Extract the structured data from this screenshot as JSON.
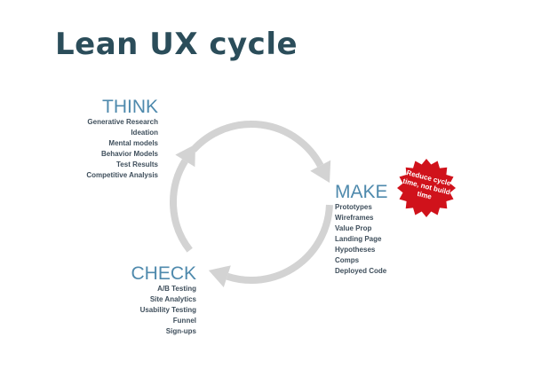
{
  "title": "Lean UX cycle",
  "think": {
    "heading": "THINK",
    "items": [
      "Generative Research",
      "Ideation",
      "Mental models",
      "Behavior Models",
      "Test Results",
      "Competitive Analysis"
    ]
  },
  "make": {
    "heading": "MAKE",
    "items": [
      "Prototypes",
      "Wireframes",
      "Value Prop",
      "Landing Page",
      "Hypotheses",
      "Comps",
      "Deployed Code"
    ]
  },
  "check": {
    "heading": "CHECK",
    "items": [
      "A/B Testing",
      "Site Analytics",
      "Usability Testing",
      "Funnel",
      "Sign-ups"
    ]
  },
  "badge": {
    "text": "Reduce cycle time, not build time",
    "color": "#d0121b"
  },
  "colors": {
    "arrow": "#d3d3d3",
    "heading": "#4f8aad",
    "title": "#2b4d5a"
  }
}
